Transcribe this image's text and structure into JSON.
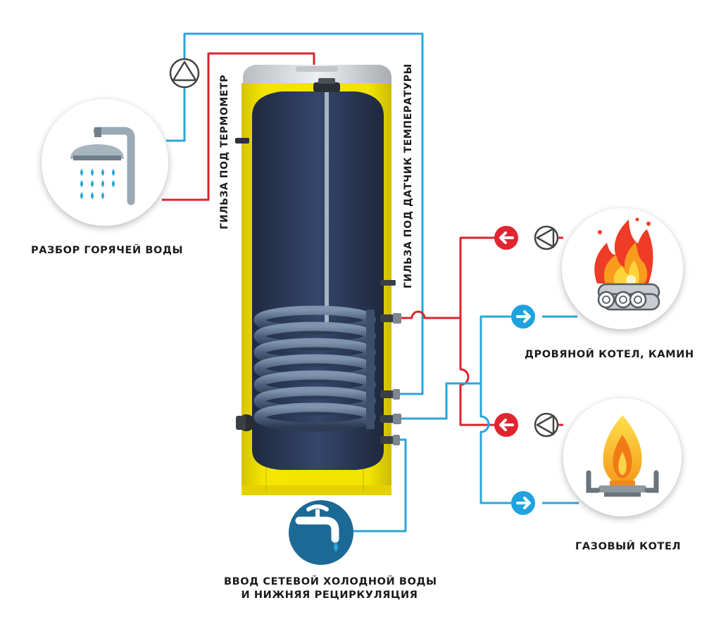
{
  "labels": {
    "hot_water_outlet": "РАЗБОР ГОРЯЧЕЙ ВОДЫ",
    "wood_boiler": "ДРОВЯНОЙ КОТЕЛ, КАМИН",
    "gas_boiler": "ГАЗОВЫЙ КОТЕЛ",
    "cold_water_line1": "ВВОД СЕТЕВОЙ ХОЛОДНОЙ ВОДЫ",
    "cold_water_line2": "И НИЖНЯЯ РЕЦИРКУЛЯЦИЯ",
    "thermometer_sleeve": "ГИЛЬЗА ПОД ТЕРМОМЕТР",
    "sensor_sleeve": "ГИЛЬЗА ПОД ДАТЧИК ТЕМПЕРАТУРЫ"
  },
  "colors": {
    "hot_pipe": "#d7262d",
    "cold_pipe": "#2aa6d9",
    "tank_shell": "#f0e200",
    "tank_inner": "#27344f",
    "coil": "#41546f",
    "valve_red": "#e02531",
    "valve_blue": "#1fa3df",
    "faucet_circle": "#1b6a96",
    "icon_circle": "#ffffff"
  },
  "icons": {
    "shower": "shower-icon",
    "fire": "fire-wood-icon",
    "gas": "gas-burner-icon",
    "faucet": "faucet-icon",
    "pump": "pump-icon",
    "valve_left": "arrow-left-icon",
    "valve_right": "arrow-right-icon"
  }
}
